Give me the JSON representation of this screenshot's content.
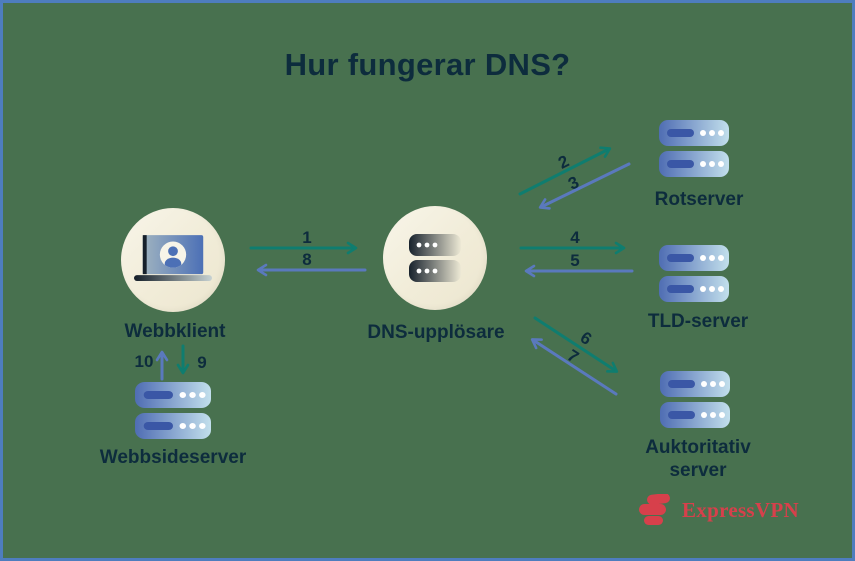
{
  "title": "Hur fungerar DNS?",
  "nodes": {
    "webbklient": {
      "label": "Webbklient"
    },
    "dns_resolver": {
      "label": "DNS-upplösare"
    },
    "rotserver": {
      "label": "Rotserver"
    },
    "tld_server": {
      "label": "TLD-server"
    },
    "auktoritativ_server": {
      "label_line1": "Auktoritativ",
      "label_line2": "server"
    },
    "webbsideserver": {
      "label": "Webbsideserver"
    }
  },
  "steps": {
    "s1": "1",
    "s2": "2",
    "s3": "3",
    "s4": "4",
    "s5": "5",
    "s6": "6",
    "s7": "7",
    "s8": "8",
    "s9": "9",
    "s10": "10"
  },
  "branding": {
    "logo_text": "ExpressVPN"
  },
  "colors": {
    "background_green": "#48714F",
    "border_blue": "#4E7DBE",
    "text_navy": "#0D2C3D",
    "request_arrow_teal": "#0F7D6F",
    "response_arrow_blue": "#5A79BD",
    "circle_cream": "#F2EDD9",
    "server_slot_blue": "#3A57A6",
    "logo_red": "#D7404B"
  }
}
